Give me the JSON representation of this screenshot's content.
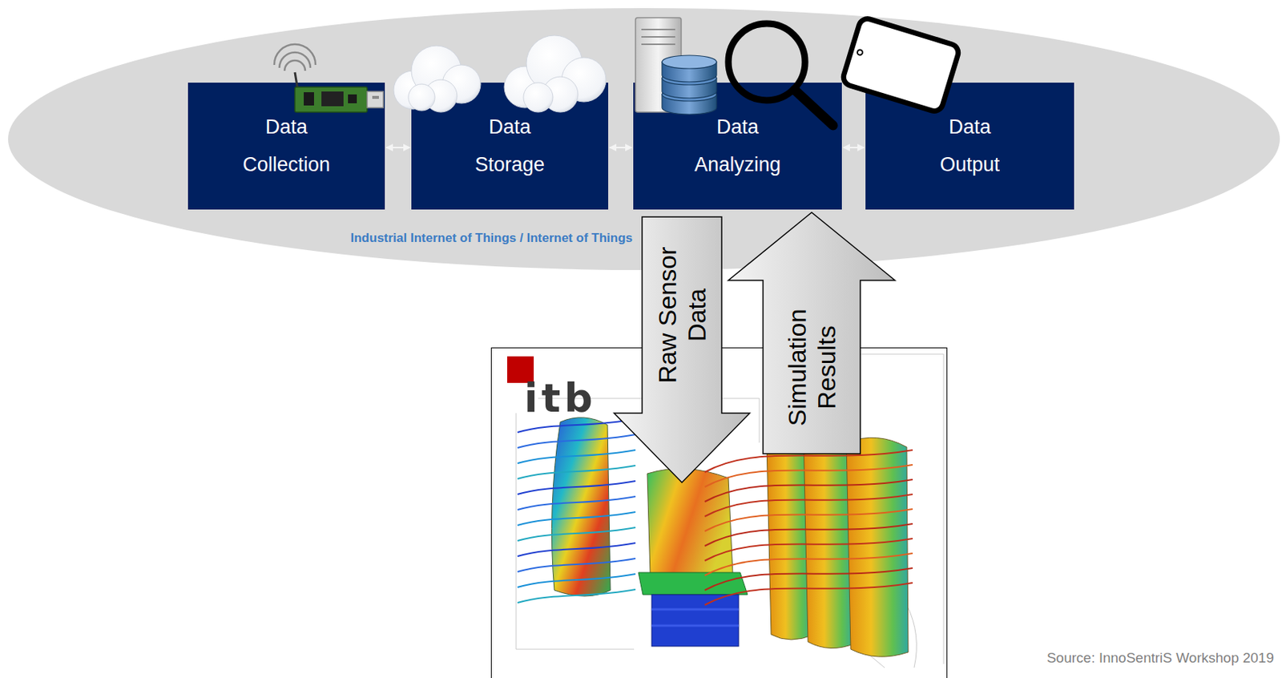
{
  "diagram": {
    "nodes": [
      {
        "text": [
          "Industrial Internet of Things / Internet of Things"
        ]
      },
      {
        "text": [
          "Data Collection"
        ],
        "in": 0
      },
      {
        "text": [
          "Data Storage"
        ],
        "in": 0
      },
      {
        "text": [
          "Data Analyzing"
        ],
        "in": 0
      },
      {
        "text": [
          "Data Output"
        ],
        "in": 0
      },
      {
        "text": [
          "itb"
        ]
      }
    ],
    "edges": [
      {
        "from": 1,
        "to": 2,
        "arrow": "both"
      },
      {
        "from": 2,
        "to": 3,
        "arrow": "both"
      },
      {
        "from": 3,
        "to": 4,
        "arrow": "both"
      },
      {
        "from": 3,
        "to": 5,
        "label": "Raw Sensor Data",
        "arrow": "to"
      },
      {
        "from": 5,
        "to": 3,
        "label": "Simulation Results",
        "arrow": "to"
      }
    ],
    "labels": [
      "Source: InnoSentriS Workshop 2019"
    ]
  }
}
